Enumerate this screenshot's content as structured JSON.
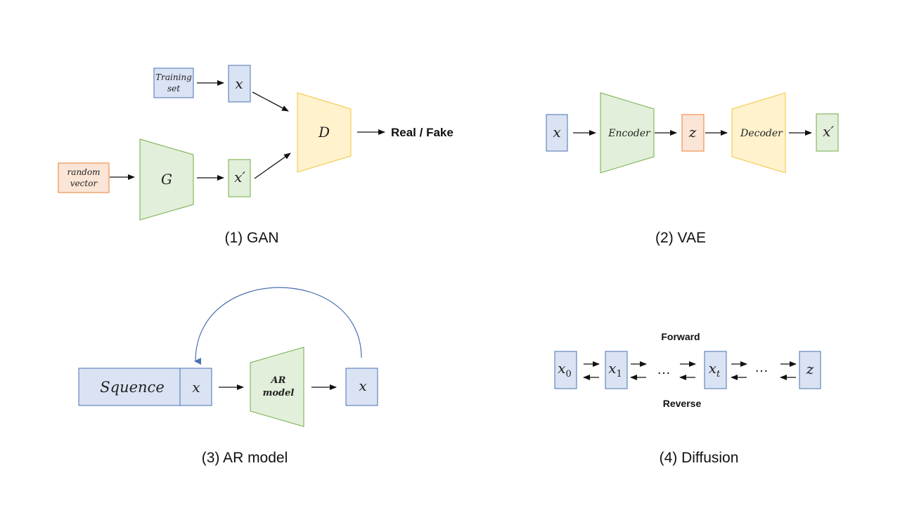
{
  "gan": {
    "caption": "(1) GAN",
    "training_set_line1": "Training",
    "training_set_line2": "set",
    "random_vector_line1": "random",
    "random_vector_line2": "vector",
    "x_real": "x",
    "x_fake": "x′",
    "generator": "G",
    "discriminator": "D",
    "output": "Real / Fake"
  },
  "vae": {
    "caption": "(2) VAE",
    "input": "x",
    "encoder": "Encoder",
    "latent": "z",
    "decoder": "Decoder",
    "output": "x′"
  },
  "ar": {
    "caption": "(3)  AR model",
    "sequence": "Squence",
    "x_in": "x",
    "model_line1": "AR",
    "model_line2": "model",
    "x_out": "x"
  },
  "diffusion": {
    "caption": "(4) Diffusion",
    "forward": "Forward",
    "reverse": "Reverse",
    "x0": "x",
    "x0_sub": "0",
    "x1": "x",
    "x1_sub": "1",
    "xt": "x",
    "xt_sub": "t",
    "z": "z",
    "ellipsis1": "…",
    "ellipsis2": "…"
  }
}
